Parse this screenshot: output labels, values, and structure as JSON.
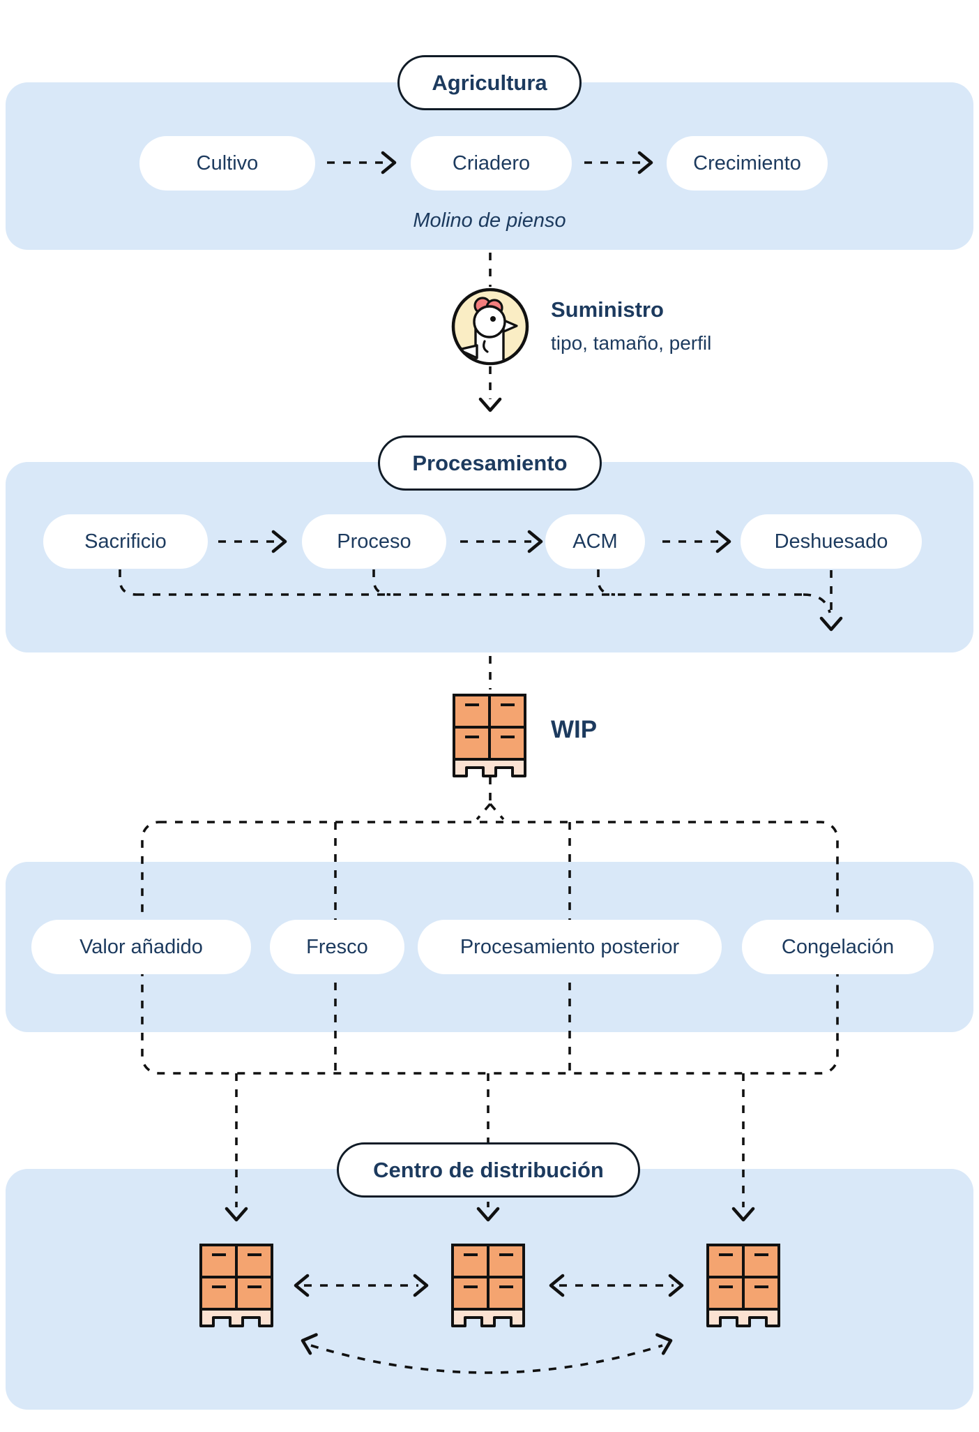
{
  "diagram": {
    "farming": {
      "label": "Agricultura",
      "steps": [
        "Cultivo",
        "Criadero",
        "Crecimiento"
      ],
      "note": "Molino de pienso"
    },
    "supply": {
      "title": "Suministro",
      "subtitle": "tipo, tamaño, perfil",
      "icon": "chicken-icon"
    },
    "processing": {
      "label": "Procesamiento",
      "steps": [
        "Sacrificio",
        "Proceso",
        "ACM",
        "Deshuesado"
      ]
    },
    "wip": {
      "label": "WIP",
      "icon": "pallet-icon"
    },
    "options": {
      "items": [
        "Valor añadido",
        "Fresco",
        "Procesamiento posterior",
        "Congelación"
      ]
    },
    "distribution": {
      "label": "Centro de distribución",
      "node_count": "3",
      "icon": "pallet-icon"
    }
  },
  "colors": {
    "band_blue": "#d9e8f8",
    "navy_text": "#1c3a5e",
    "outline_dark": "#111111",
    "crate_orange": "#f4a470",
    "pallet_peach": "#fbe2d2",
    "chicken_bg": "#faedc4",
    "comb_red": "#f37e7e",
    "pill_white": "#ffffff"
  }
}
